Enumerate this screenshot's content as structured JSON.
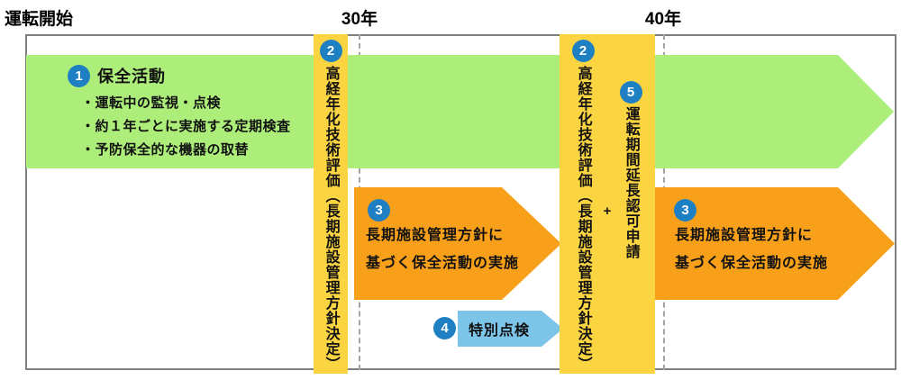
{
  "header": {
    "start_label": "運転開始",
    "milestone_30": "30年",
    "milestone_40": "40年"
  },
  "maintenance": {
    "number": "1",
    "title": "保全活動",
    "bullets": [
      "・運転中の監視・点検",
      "・約１年ごとに実施する定期検査",
      "・予防保全的な機器の取替"
    ]
  },
  "aging_evaluation_30": {
    "number": "2",
    "label": "高経年化技術評価（長期施設管理方針決定）"
  },
  "implementation_30": {
    "number": "3",
    "line1": "長期施設管理方針に",
    "line2": "基づく保全活動の実施"
  },
  "aging_evaluation_40": {
    "number": "2",
    "label": "高経年化技術評価（長期施設管理方針決定）"
  },
  "plus_sign": "+",
  "extension_application": {
    "number": "5",
    "label": "運転期間延長認可申請"
  },
  "special_inspection": {
    "number": "4",
    "label": "特別点検"
  },
  "implementation_40": {
    "number": "3",
    "line1": "長期施設管理方針に",
    "line2": "基づく保全活動の実施"
  },
  "colors": {
    "green_arrow": "#adee7a",
    "yellow_bar": "#fbd441",
    "orange_arrow": "#f9a01b",
    "light_blue_arrow": "#7cc5e9",
    "badge_blue": "#1e80c2",
    "frame_border": "#7f7f7f",
    "dashed_line": "#a3a3a3"
  }
}
